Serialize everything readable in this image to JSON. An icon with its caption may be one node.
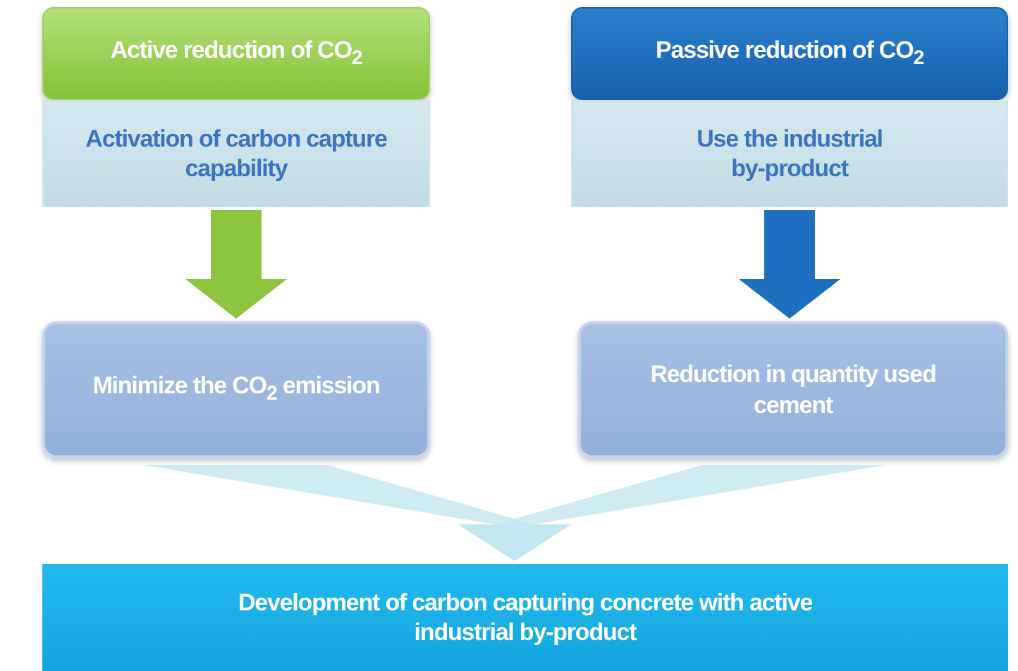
{
  "diagram": {
    "nodes": [
      {
        "text": [
          "Active reduction of CO$_{2}$"
        ]
      },
      {
        "text": [
          "Activation of carbon capture capability"
        ]
      },
      {
        "text": [
          "Minimize the CO$_{2}$ emission"
        ]
      },
      {
        "text": [
          "Passive reduction of CO$_{2}$"
        ]
      },
      {
        "text": [
          "Use the industrial by-product"
        ]
      },
      {
        "text": [
          "Reduction in quantity used cement"
        ]
      },
      {
        "text": [
          "Development  of carbon capturing concrete with active industrial by-product"
        ]
      }
    ],
    "edges": [
      {
        "from": 1,
        "to": 2,
        "arrow": "to",
        "color": "#8cc63f"
      },
      {
        "from": 4,
        "to": 5,
        "arrow": "to",
        "color": "#1f6fc0"
      },
      {
        "from": 2,
        "to": 6,
        "arrow": "to",
        "color": "#bfe6ef"
      },
      {
        "from": 5,
        "to": 6,
        "arrow": "to",
        "color": "#bfe6ef"
      }
    ]
  }
}
